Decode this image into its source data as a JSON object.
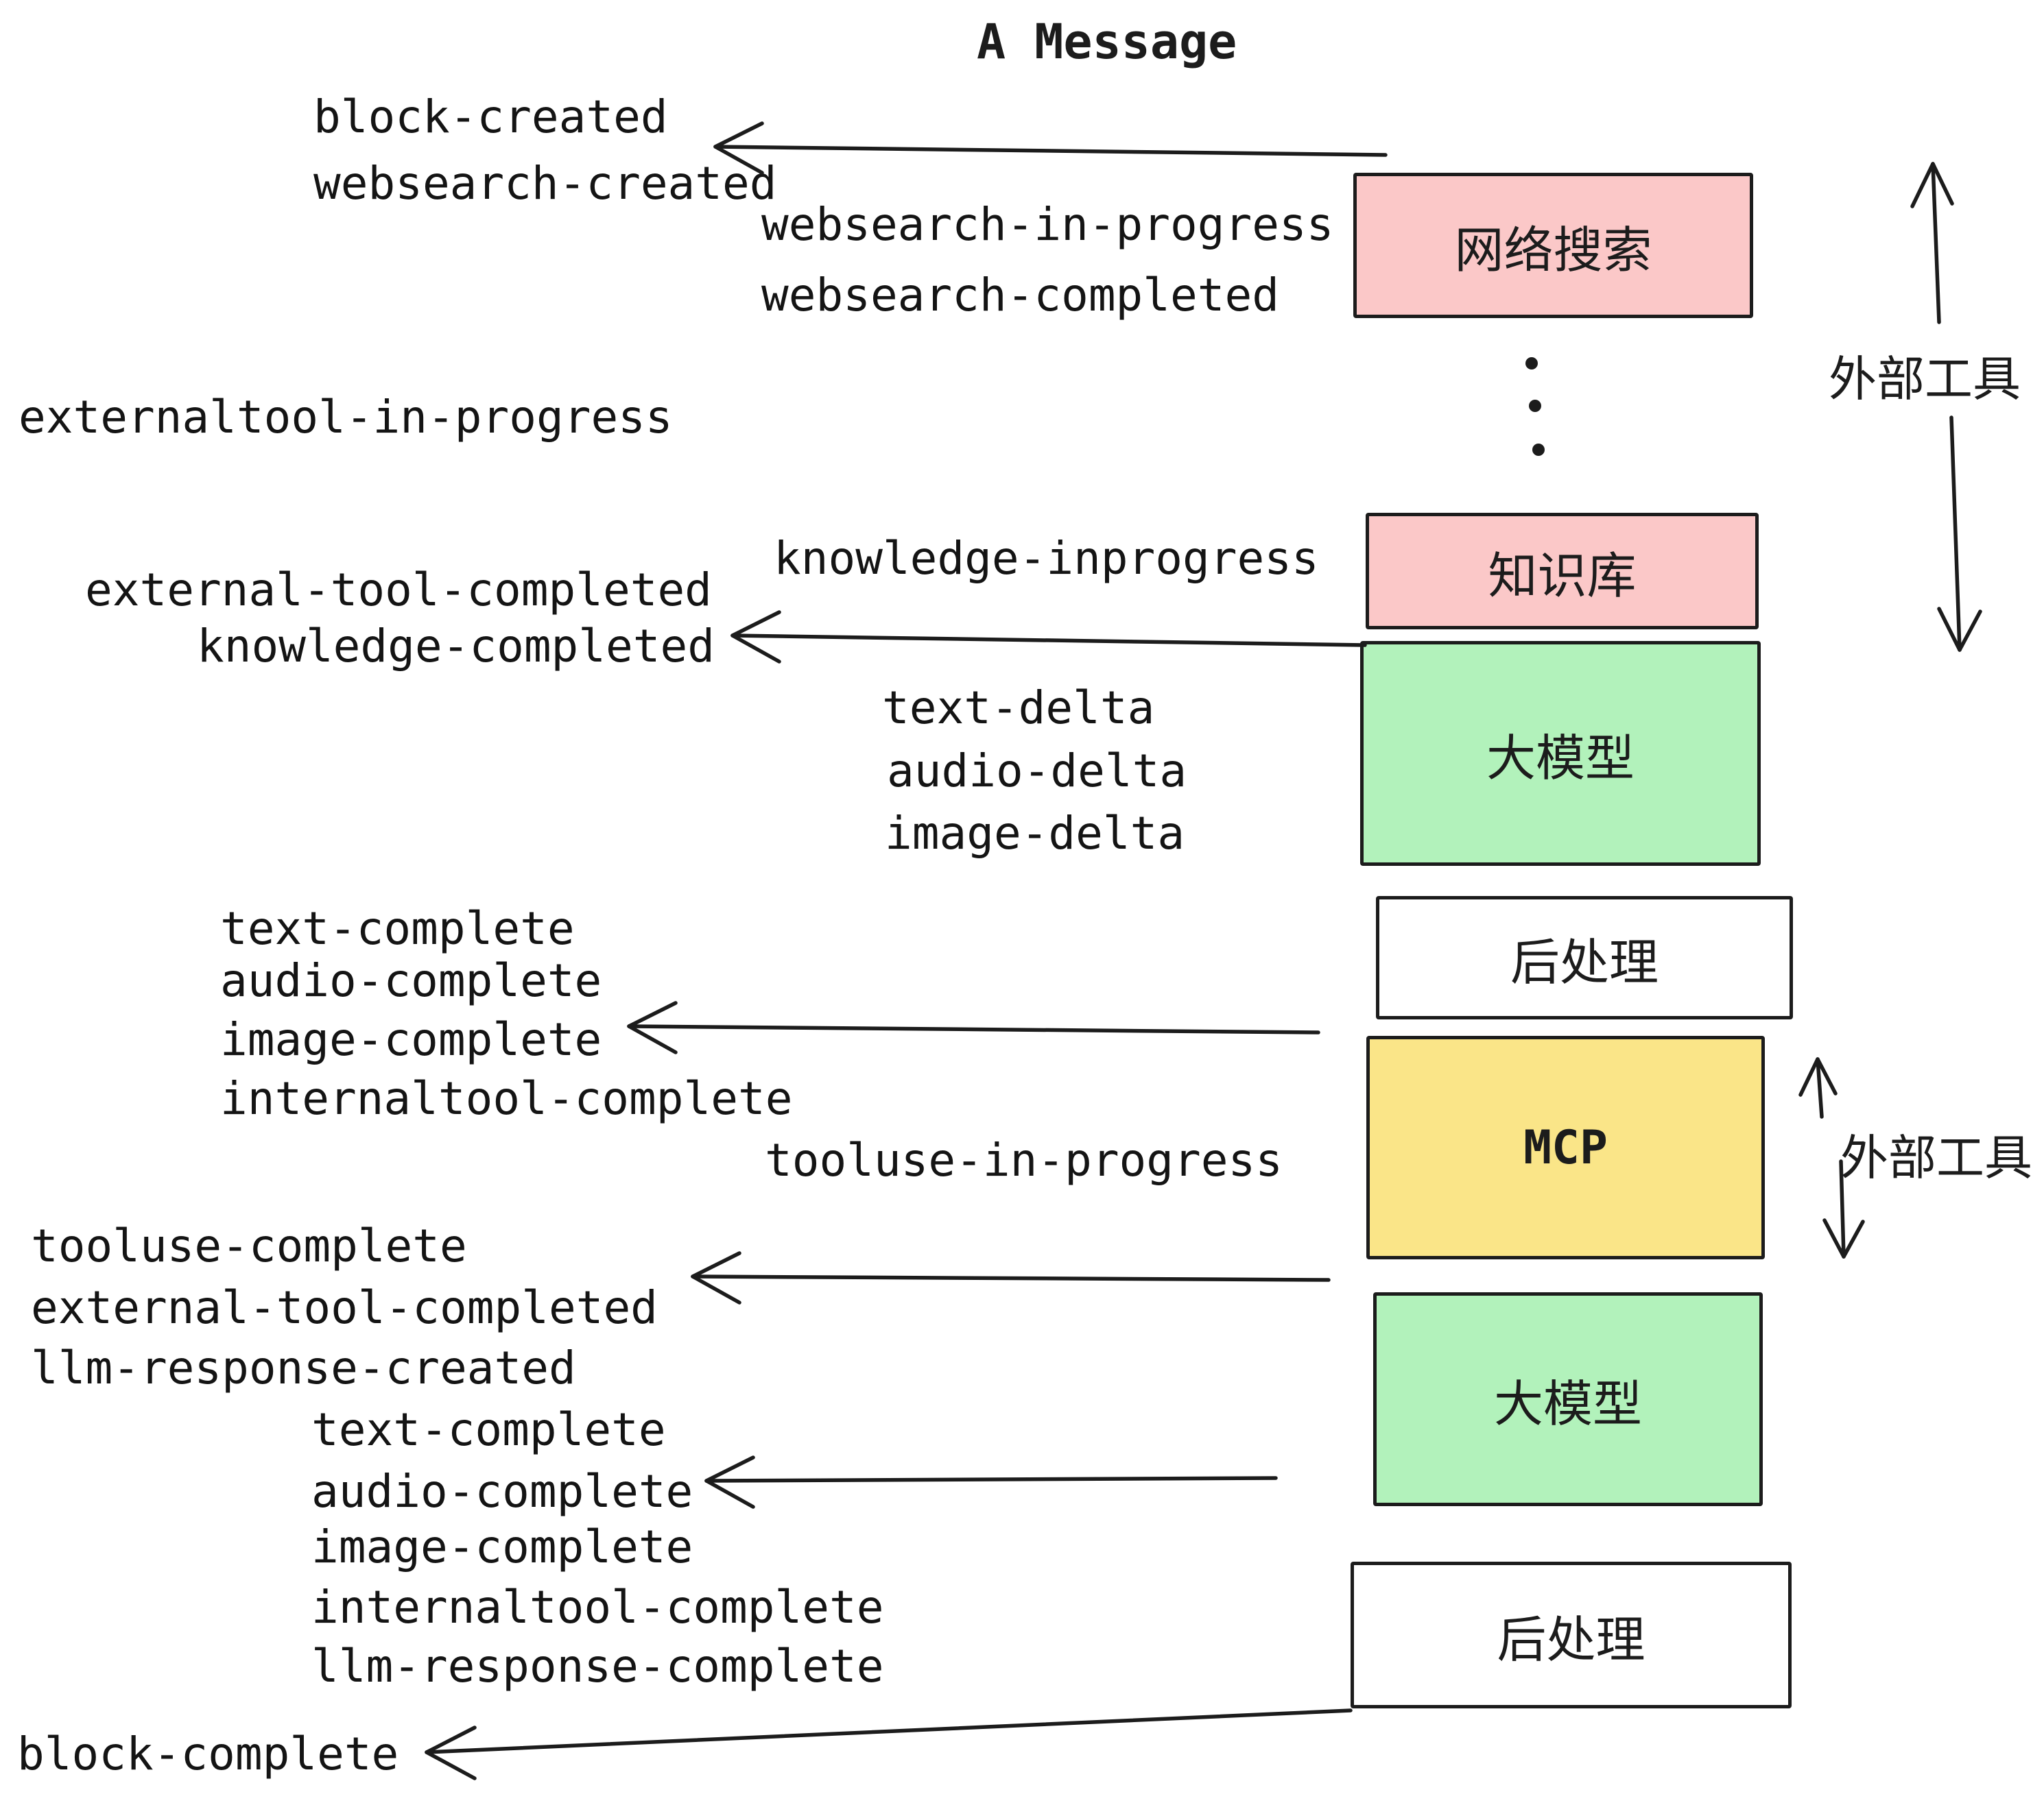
{
  "title": "A Message",
  "colors": {
    "background": "#FFFFFF",
    "ink": "#1C1C1C",
    "box_pink": "#FBC8C8",
    "box_green": "#B2F2BB",
    "box_yellow": "#FAE588",
    "box_white": "#FFFFFF"
  },
  "boxes": [
    {
      "label": "网络搜索",
      "color": "pink"
    },
    {
      "label": "知识库",
      "color": "pink"
    },
    {
      "label": "大模型",
      "color": "green"
    },
    {
      "label": "后处理",
      "color": "white"
    },
    {
      "label": "MCP",
      "color": "yellow"
    },
    {
      "label": "大模型",
      "color": "green"
    },
    {
      "label": "后处理",
      "color": "white"
    }
  ],
  "side_labels": [
    {
      "text": "外部工具"
    },
    {
      "text": "外部工具"
    }
  ],
  "events": [
    {
      "text": "block-created"
    },
    {
      "text": "websearch-created"
    },
    {
      "text": "websearch-in-progress"
    },
    {
      "text": "websearch-completed"
    },
    {
      "text": "externaltool-in-progress"
    },
    {
      "text": "knowledge-inprogress"
    },
    {
      "text": "external-tool-completed"
    },
    {
      "text": "knowledge-completed"
    },
    {
      "text": "text-delta"
    },
    {
      "text": "audio-delta"
    },
    {
      "text": "image-delta"
    },
    {
      "text": "text-complete"
    },
    {
      "text": "audio-complete"
    },
    {
      "text": "image-complete"
    },
    {
      "text": "internaltool-complete"
    },
    {
      "text": "tooluse-in-progress"
    },
    {
      "text": "tooluse-complete"
    },
    {
      "text": "external-tool-completed"
    },
    {
      "text": "llm-response-created"
    },
    {
      "text": "text-complete"
    },
    {
      "text": "audio-complete"
    },
    {
      "text": "image-complete"
    },
    {
      "text": "internaltool-complete"
    },
    {
      "text": "llm-response-complete"
    },
    {
      "text": "block-complete"
    }
  ]
}
